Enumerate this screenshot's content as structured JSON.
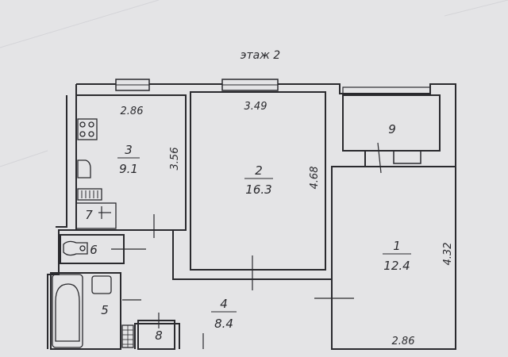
{
  "floor_label": "этаж 2",
  "rooms": [
    {
      "id": "3",
      "area": "9.1"
    },
    {
      "id": "2",
      "area": "16.3"
    },
    {
      "id": "1",
      "area": "12.4"
    },
    {
      "id": "4",
      "area": "8.4"
    },
    {
      "id": "5",
      "area": ""
    },
    {
      "id": "6",
      "area": ""
    },
    {
      "id": "7",
      "area": ""
    },
    {
      "id": "8",
      "area": ""
    },
    {
      "id": "9",
      "area": ""
    }
  ],
  "dimensions": {
    "kitchen_width": "2.86",
    "kitchen_depth": "3.56",
    "room2_width": "3.49",
    "room2_depth": "4.68",
    "room1_depth": "4.32",
    "room1_width": "2.86"
  },
  "colors": {
    "paper": "#e4e4e6",
    "ink": "#2a2a2e"
  }
}
